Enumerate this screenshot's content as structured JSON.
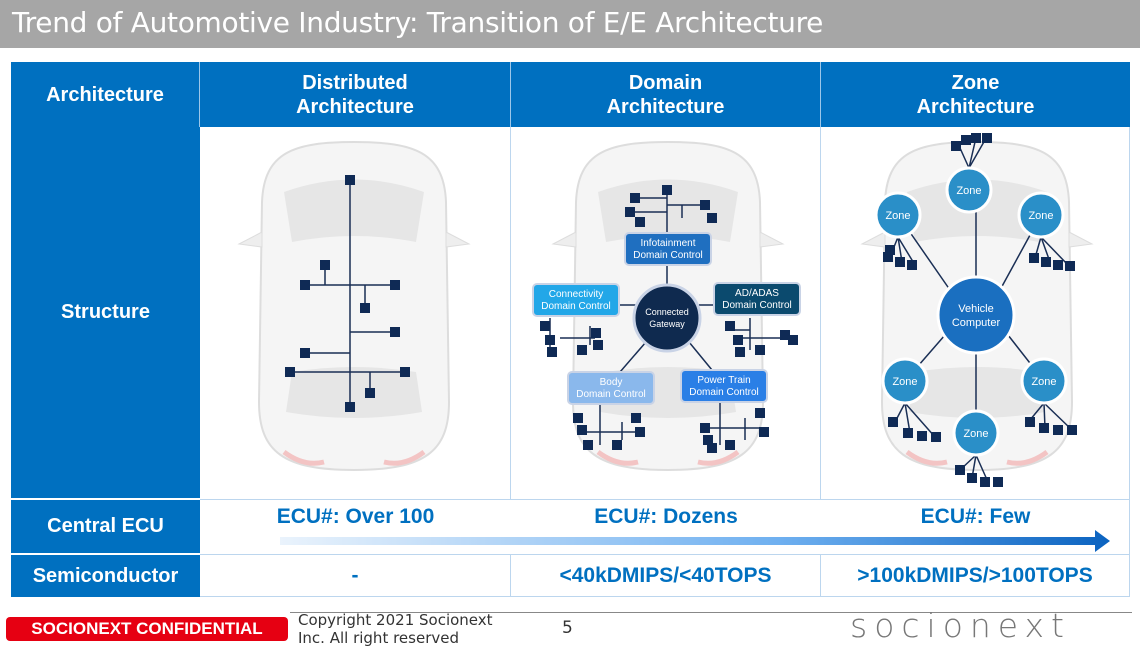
{
  "title": "Trend of Automotive Industry: Transition of E/E Architecture",
  "table": {
    "row_labels": {
      "architecture": "Architecture",
      "structure": "Structure",
      "central_ecu": "Central ECU",
      "semiconductor": "Semiconductor"
    },
    "columns": [
      {
        "line1": "Distributed",
        "line2": "Architecture",
        "ecu": "ECU#: Over 100",
        "semi": "-"
      },
      {
        "line1": "Domain",
        "line2": "Architecture",
        "ecu": "ECU#: Dozens",
        "semi": "<40kDMIPS/<40TOPS"
      },
      {
        "line1": "Zone",
        "line2": "Architecture",
        "ecu": "ECU#: Few",
        "semi": ">100kDMIPS/>100TOPS"
      }
    ]
  },
  "domain_diagram": {
    "gateway": [
      "Connected",
      "Gateway"
    ],
    "infotainment": [
      "Infotainment",
      "Domain Control"
    ],
    "connectivity": [
      "Connectivity",
      "Domain Control"
    ],
    "adas": [
      "AD/ADAS",
      "Domain Control"
    ],
    "body": [
      "Body",
      "Domain Control"
    ],
    "powertrain": [
      "Power Train",
      "Domain Control"
    ]
  },
  "zone_diagram": {
    "zone": "Zone",
    "computer": [
      "Vehicle",
      "Computer"
    ]
  },
  "footer": {
    "confidential": "SOCIONEXT CONFIDENTIAL",
    "copyright": "Copyright 2021 Socionext Inc. All right reserved",
    "page": "5",
    "logo": "socionext"
  },
  "colors": {
    "brand_blue": "#0070c0",
    "title_gray": "#a6a6a6",
    "confidential_red": "#e60012"
  }
}
